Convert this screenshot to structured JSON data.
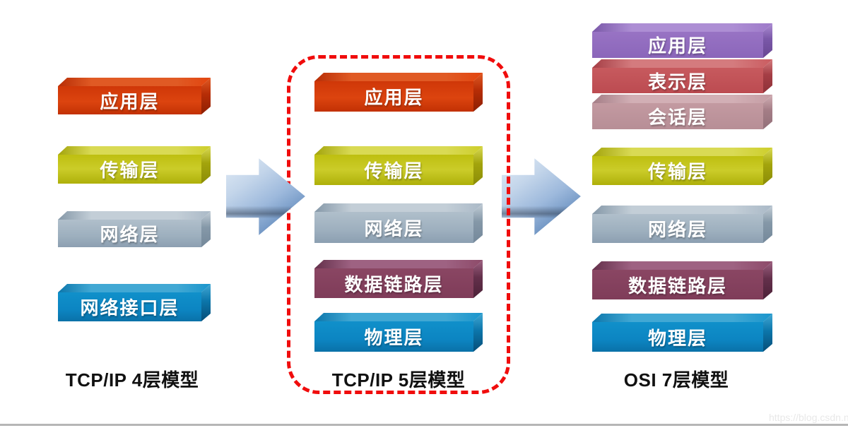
{
  "diagram": {
    "columns": [
      {
        "title": "TCP/IP 4层模型",
        "layers": [
          {
            "label": "应用层",
            "color": "red"
          },
          {
            "label": "传输层",
            "color": "yellow"
          },
          {
            "label": "网络层",
            "color": "gray"
          },
          {
            "label": "网络接口层",
            "color": "blue"
          }
        ]
      },
      {
        "title": "TCP/IP 5层模型",
        "layers": [
          {
            "label": "应用层",
            "color": "red"
          },
          {
            "label": "传输层",
            "color": "yellow"
          },
          {
            "label": "网络层",
            "color": "gray"
          },
          {
            "label": "数据链路层",
            "color": "maroon"
          },
          {
            "label": "物理层",
            "color": "blue"
          }
        ]
      },
      {
        "title": "OSI 7层模型",
        "layers": [
          {
            "label": "应用层",
            "color": "purple"
          },
          {
            "label": "表示层",
            "color": "rose"
          },
          {
            "label": "会话层",
            "color": "mauve"
          },
          {
            "label": "传输层",
            "color": "yellow"
          },
          {
            "label": "网络层",
            "color": "gray"
          },
          {
            "label": "数据链路层",
            "color": "maroon"
          },
          {
            "label": "物理层",
            "color": "blue"
          }
        ]
      }
    ],
    "palette": {
      "red": "#d63a0c",
      "yellow": "#c3c517",
      "gray": "#a0b1c0",
      "blue": "#0d86c1",
      "maroon": "#82405f",
      "purple": "#926cc0",
      "rose": "#c05056",
      "mauve": "#bc949c",
      "dashed_border": "#f00c0c",
      "arrow_light": "#dbe7f4",
      "arrow_dark": "#3f6ba3"
    },
    "watermark": "https://blog.csdn.ne"
  }
}
